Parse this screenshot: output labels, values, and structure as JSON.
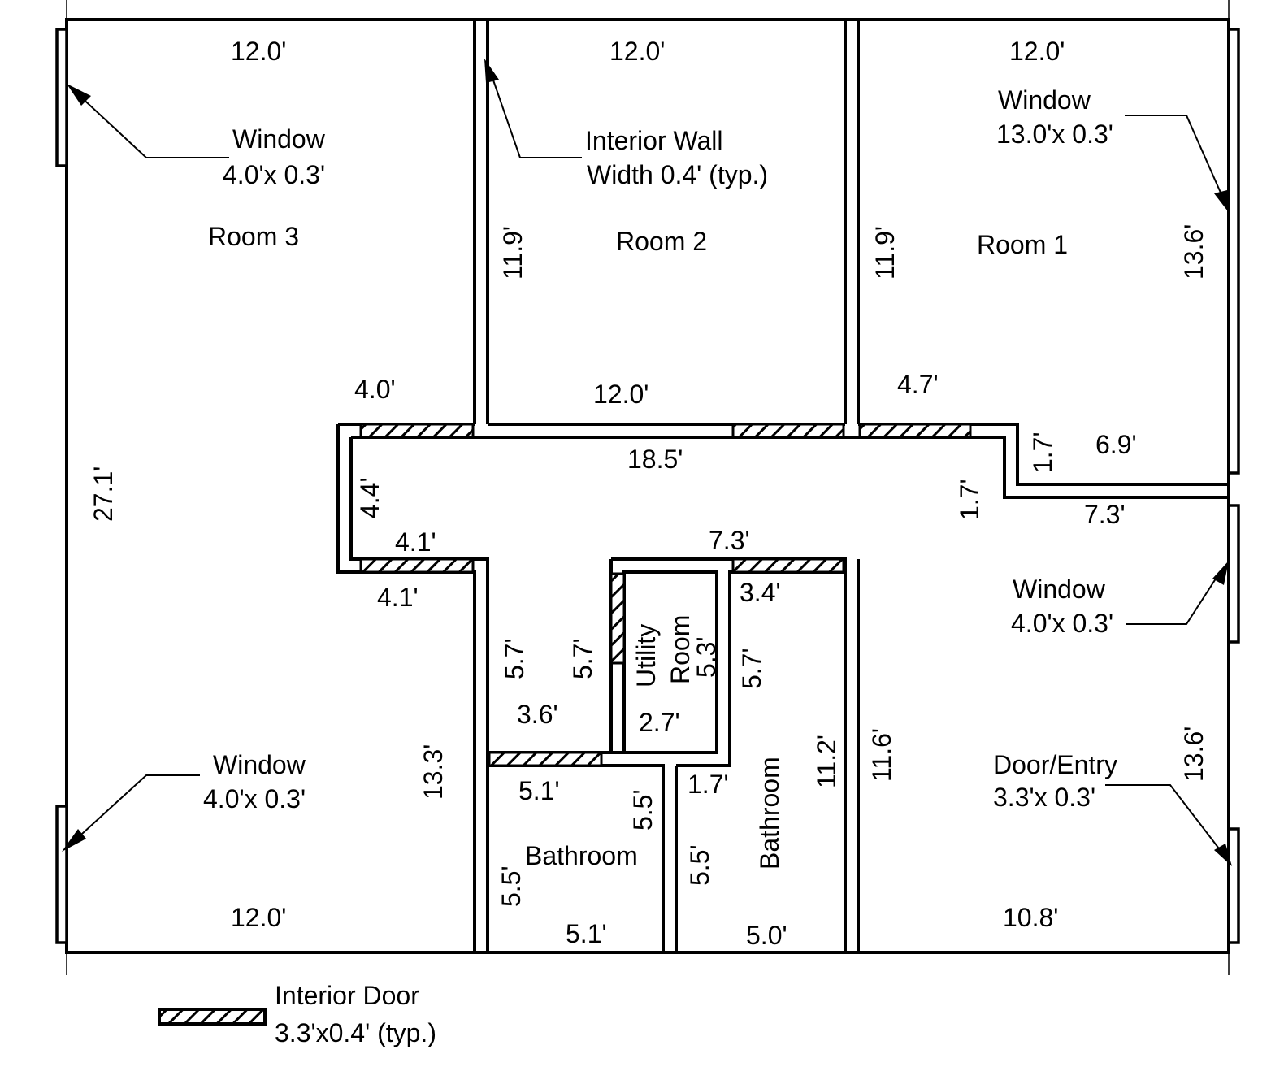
{
  "rooms": {
    "room3": "Room 3",
    "room2": "Room 2",
    "room1": "Room 1",
    "bathroom_left": "Bathroom",
    "bathroom_right": "Bathroom",
    "utility_line1": "Utility",
    "utility_line2": "Room"
  },
  "callouts": {
    "win_tl_1": "Window",
    "win_tl_2": "4.0'x 0.3'",
    "wall_1": "Interior Wall",
    "wall_2": "Width 0.4' (typ.)",
    "win_tr_1": "Window",
    "win_tr_2": "13.0'x 0.3'",
    "win_r_1": "Window",
    "win_r_2": "4.0'x 0.3'",
    "win_bl_1": "Window",
    "win_bl_2": "4.0'x 0.3'",
    "door_1": "Door/Entry",
    "door_2": "3.3'x 0.3'"
  },
  "legend": {
    "line1": "Interior Door",
    "line2": "3.3'x0.4' (typ.)"
  },
  "dims": {
    "r3_top": "12.0'",
    "r2_top": "12.0'",
    "r1_top": "12.0'",
    "r2_left": "11.9'",
    "r1_left": "11.9'",
    "r1_right": "13.6'",
    "r3_hall": "4.0'",
    "r2_bottom": "12.0'",
    "r1_hall": "4.7'",
    "r1_step_v": "1.7'",
    "r1_step_h": "6.9'",
    "hall_top": "18.5'",
    "hall_step_v": "1.7'",
    "hall_right": "7.3'",
    "left_height": "27.1'",
    "hall_left": "4.4'",
    "hall_inner": "4.1'",
    "r3_notch": "4.1'",
    "hall_mid": "7.3'",
    "bath_r_top": "3.4'",
    "corr_left": "5.7'",
    "corr_right": "5.7'",
    "utility_h": "5.3'",
    "bath_r_inner": "5.7'",
    "corr_bottom": "3.6'",
    "utility_w": "2.7'",
    "r3_right": "13.3'",
    "bath_r_h": "11.2'",
    "entry_left": "11.6'",
    "entry_right": "13.6'",
    "bath_l_top": "5.1'",
    "bath_l_right": "5.5'",
    "bath_r_step": "1.7'",
    "bath_l_left": "5.5'",
    "bath_r_left": "5.5'",
    "r3_bottom": "12.0'",
    "bath_l_bottom": "5.1'",
    "bath_r_bottom": "5.0'",
    "entry_bottom": "10.8'"
  }
}
